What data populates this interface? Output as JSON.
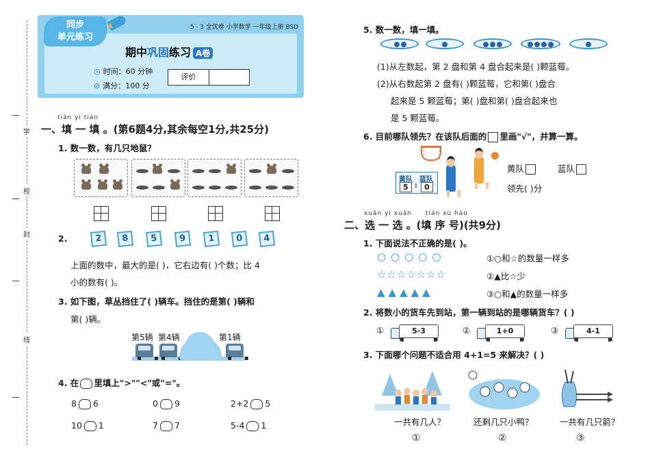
{
  "binder": {
    "labels": [
      "学",
      "校",
      "封",
      "线"
    ]
  },
  "header": {
    "badge_line1": "同步",
    "badge_line2": "单元练习",
    "meta": "5 · 3 全优卷   小学数学   一年级上册   BSD",
    "title_a": "期中",
    "title_b": "巩固",
    "title_c": "练习",
    "tag": "A卷",
    "time_label": "时间：60 分钟",
    "score_label": "满分：100 分",
    "eval_label": "评价"
  },
  "section1": {
    "pinyin": "tián  yi  tián",
    "title": "一、填 一 填 。(第6题4分,其余每空1分,共25分)",
    "q1": "1. 数一数，有几只地鼠？",
    "q2_num": "2.",
    "q2_digits": [
      "2",
      "8",
      "5",
      "9",
      "1",
      "0",
      "4"
    ],
    "q2_line1": "上面的数中，最大的是(    )，它右边有(     )个数；比 4",
    "q2_line2": "小的数有(        )。",
    "q3_line1": "3. 如下图，草丛挡住了(    )辆车。挡住的是第(     )辆和",
    "q3_line2": "第(     )辆。",
    "car_labels": {
      "fifth": "第5辆",
      "fourth": "第4辆",
      "first": "第1辆"
    },
    "q4": "4. 在",
    "q4_tail": "里填上\">\"\"<\"或\"=\"。",
    "q4_items": [
      {
        "l": "8",
        "r": "6"
      },
      {
        "l": "0",
        "r": "9"
      },
      {
        "l": "2+2",
        "r": "5"
      },
      {
        "l": "10",
        "r": "1"
      },
      {
        "l": "7",
        "r": "7"
      },
      {
        "l": "5-4",
        "r": "1"
      }
    ]
  },
  "q5": {
    "title": "5. 数一数，填一填。",
    "line1": "(1)从左数起，第 2 盘和第 4 盘合起来是(      )颗蓝莓。",
    "line2": "(2)从右数起第 2 盘有(     )颗蓝莓，它和第(      )盘合",
    "line3": "起来是 5 颗蓝莓；第(     )盘和第(      )盘合起来也",
    "line4": "是 5 颗蓝莓。"
  },
  "q6": {
    "title_a": "6. 目前哪队领先？在该队后面的",
    "title_b": "里画\"√\"，并算一算。",
    "team_yellow": "黄队",
    "team_blue": "蓝队",
    "score_yellow": "5",
    "score_blue": "0",
    "colon": ":",
    "lead": "领先(     )分"
  },
  "section2": {
    "pinyin_a": "xuǎn  yi  xuǎn",
    "pinyin_b": "tián  xù  hào",
    "title": "二、选 一 选 。(填 序 号)(共9分)",
    "q1": "1. 下面说法不正确的是(      )。",
    "circles": "○○○○○",
    "stars": "☆☆☆☆☆☆☆",
    "triangles": "▲▲▲▲▲",
    "opt1": "①○和☆的数量一样多",
    "opt2": "②▲比☆少",
    "opt3": "③○和▲的数量一样多",
    "q2": "2. 将数小的货车先到站，第一辆到站的是哪辆货车？(      )",
    "trucks": [
      {
        "mark": "①",
        "expr": "5-3"
      },
      {
        "mark": "②",
        "expr": "1+0"
      },
      {
        "mark": "③",
        "expr": "4-1"
      }
    ],
    "q3": "3. 下面哪个问题不适合用 4+1=5 来解决？(      )",
    "scenes": [
      {
        "caption": "一共有几人？",
        "mark": "①"
      },
      {
        "caption": "还剩几只小鸭？",
        "mark": "②"
      },
      {
        "caption": "一共有几只箭？",
        "mark": "③"
      }
    ]
  }
}
